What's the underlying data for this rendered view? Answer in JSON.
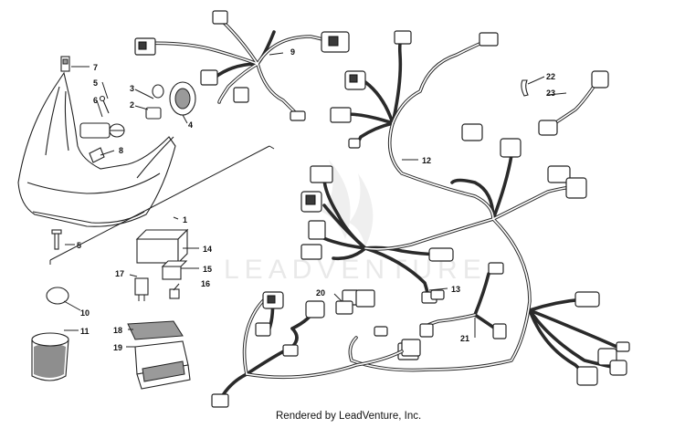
{
  "diagram": {
    "watermark": "LEADVENTURE",
    "credit": "Rendered by LeadVenture, Inc."
  },
  "callouts": {
    "c1": "1",
    "c2": "2",
    "c3": "3",
    "c4": "4",
    "c5a": "5",
    "c5b": "5",
    "c6": "6",
    "c7": "7",
    "c8": "8",
    "c9": "9",
    "c10": "10",
    "c11": "11",
    "c12": "12",
    "c13": "13",
    "c14": "14",
    "c15": "15",
    "c16": "16",
    "c17": "17",
    "c18": "18",
    "c19": "19",
    "c20": "20",
    "c21": "21",
    "c22": "22",
    "c23": "23"
  },
  "colors": {
    "line": "#2a2a2a",
    "background": "#ffffff",
    "watermark": "#e9e9e9"
  }
}
